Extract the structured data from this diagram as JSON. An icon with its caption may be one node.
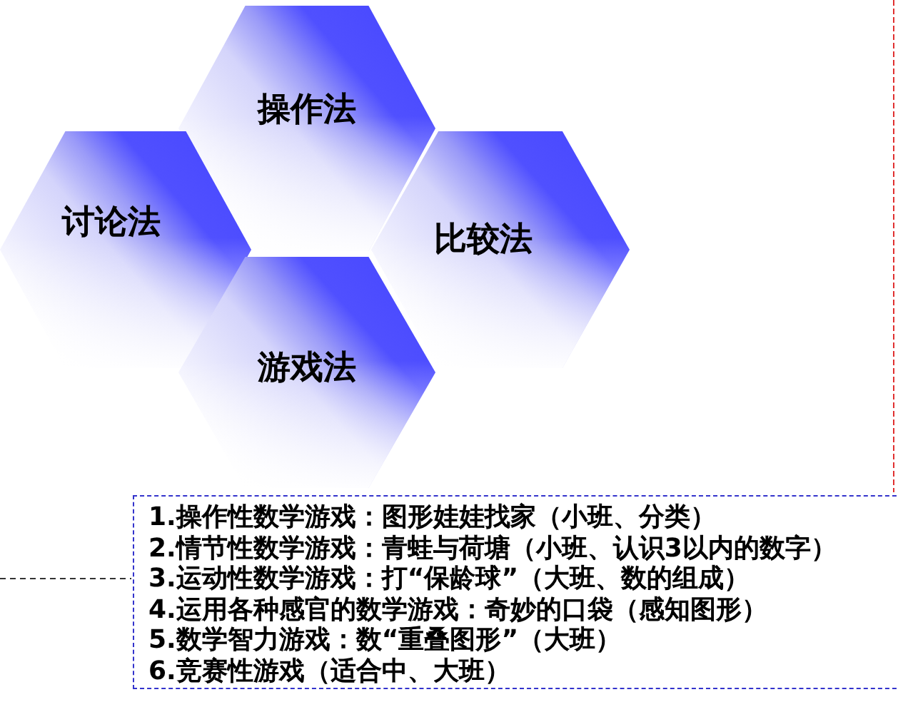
{
  "diagram": {
    "nodes": [
      {
        "text": [
          "操作法"
        ]
      },
      {
        "text": [
          "讨论法"
        ]
      },
      {
        "text": [
          "比较法"
        ]
      },
      {
        "text": [
          "游戏法"
        ]
      },
      {
        "text": [
          "1.操作性数学游戏：图形娃娃找家（小班、分类）",
          "2.情节性数学游戏：青蛙与荷塘（小班、认识3以内的数字）",
          "3.运动性数学游戏：打“保龄球”（大班、数的组成）",
          "4.运用各种感官的数学游戏：奇妙的口袋（感知图形）",
          "5.数学智力游戏：数“重叠图形”（大班）",
          "6.竞赛性游戏（适合中、大班）"
        ]
      }
    ]
  }
}
